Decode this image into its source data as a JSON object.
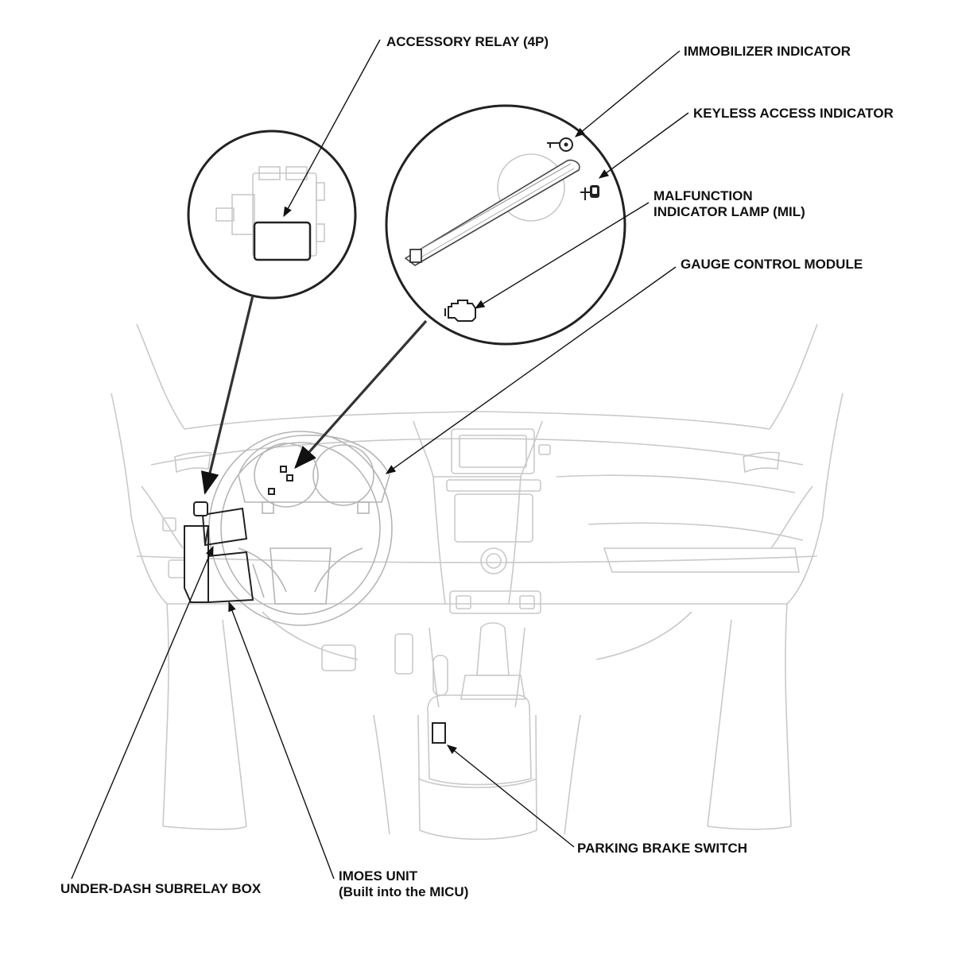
{
  "labels": {
    "accessory_relay": "ACCESSORY RELAY (4P)",
    "immobilizer_indicator": "IMMOBILIZER INDICATOR",
    "keyless_access_indicator": "KEYLESS ACCESS INDICATOR",
    "mil_line1": "MALFUNCTION",
    "mil_line2": "INDICATOR LAMP (MIL)",
    "gauge_control_module": "GAUGE CONTROL MODULE",
    "parking_brake_switch": "PARKING BRAKE SWITCH",
    "under_dash_subrelay_box": "UNDER-DASH SUBRELAY BOX",
    "imoes_line1": "IMOES UNIT",
    "imoes_line2": "(Built into the MICU)"
  },
  "colors": {
    "leader": "#111111",
    "outline": "#c9c9c9",
    "component": "#222222"
  }
}
